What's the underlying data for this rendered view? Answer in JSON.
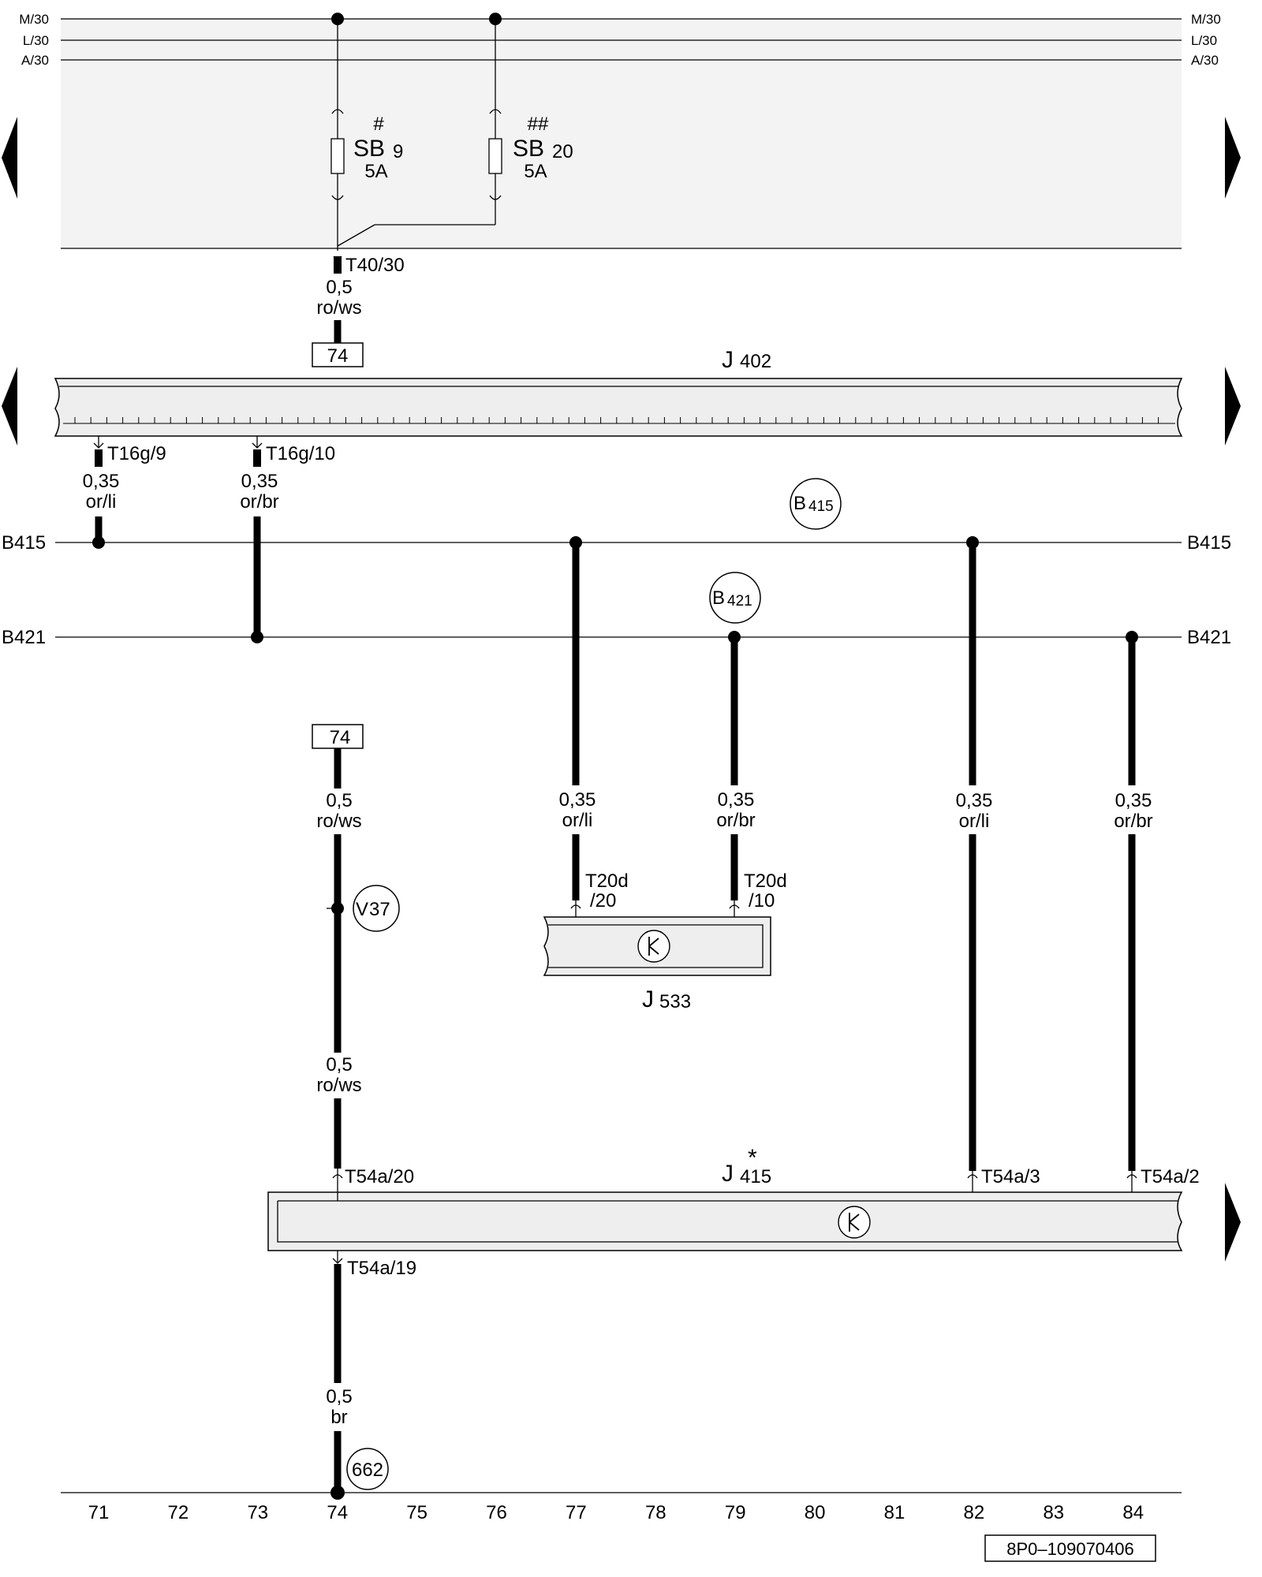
{
  "buses_top": {
    "m30": "M/30",
    "l30": "L/30",
    "a30": "A/30"
  },
  "fuses": {
    "sb9": {
      "mark": "#",
      "name": "SB",
      "num": "9",
      "rating": "5A"
    },
    "sb20": {
      "mark": "##",
      "name": "SB",
      "num": "20",
      "rating": "5A"
    }
  },
  "connectors": {
    "t40_30": "T40/30",
    "t16g_9": "T16g/9",
    "t16g_10": "T16g/10",
    "t20d_20_a": "T20d",
    "t20d_20_b": "/20",
    "t20d_10_a": "T20d",
    "t20d_10_b": "/10",
    "t54a_20": "T54a/20",
    "t54a_3": "T54a/3",
    "t54a_2": "T54a/2",
    "t54a_19": "T54a/19"
  },
  "wires": {
    "w_top_74": {
      "size": "0,5",
      "color": "ro/ws"
    },
    "w71": {
      "size": "0,35",
      "color": "or/li"
    },
    "w73": {
      "size": "0,35",
      "color": "or/br"
    },
    "w74_mid": {
      "size": "0,5",
      "color": "ro/ws"
    },
    "w74_low": {
      "size": "0,5",
      "color": "ro/ws"
    },
    "w77": {
      "size": "0,35",
      "color": "or/li"
    },
    "w79": {
      "size": "0,35",
      "color": "or/br"
    },
    "w82": {
      "size": "0,35",
      "color": "or/li"
    },
    "w84": {
      "size": "0,35",
      "color": "or/br"
    },
    "w74_bottom": {
      "size": "0,5",
      "color": "br"
    }
  },
  "refs": {
    "ref74_top": "74",
    "ref74_mid": "74"
  },
  "components": {
    "j402": {
      "letter": "J",
      "num": "402"
    },
    "j533": {
      "letter": "J",
      "num": "533"
    },
    "j415": {
      "letter": "J",
      "num": "415",
      "mark": "*"
    }
  },
  "can_buses": {
    "b415_left": "B415",
    "b415_right": "B415",
    "b421_left": "B421",
    "b421_right": "B421",
    "b415_circle_letter": "B",
    "b415_circle_num": "415",
    "b421_circle_letter": "B",
    "b421_circle_num": "421"
  },
  "points": {
    "v37_letter": "V",
    "v37_num": "37",
    "p662": "662"
  },
  "columns": [
    "71",
    "72",
    "73",
    "74",
    "75",
    "76",
    "77",
    "78",
    "79",
    "80",
    "81",
    "82",
    "83",
    "84"
  ],
  "diagram_id": "8P0–109070406",
  "colors": {
    "fuse_area_bg": "#f3f3f3",
    "component_bg": "#eeeeee",
    "line": "#000000"
  }
}
